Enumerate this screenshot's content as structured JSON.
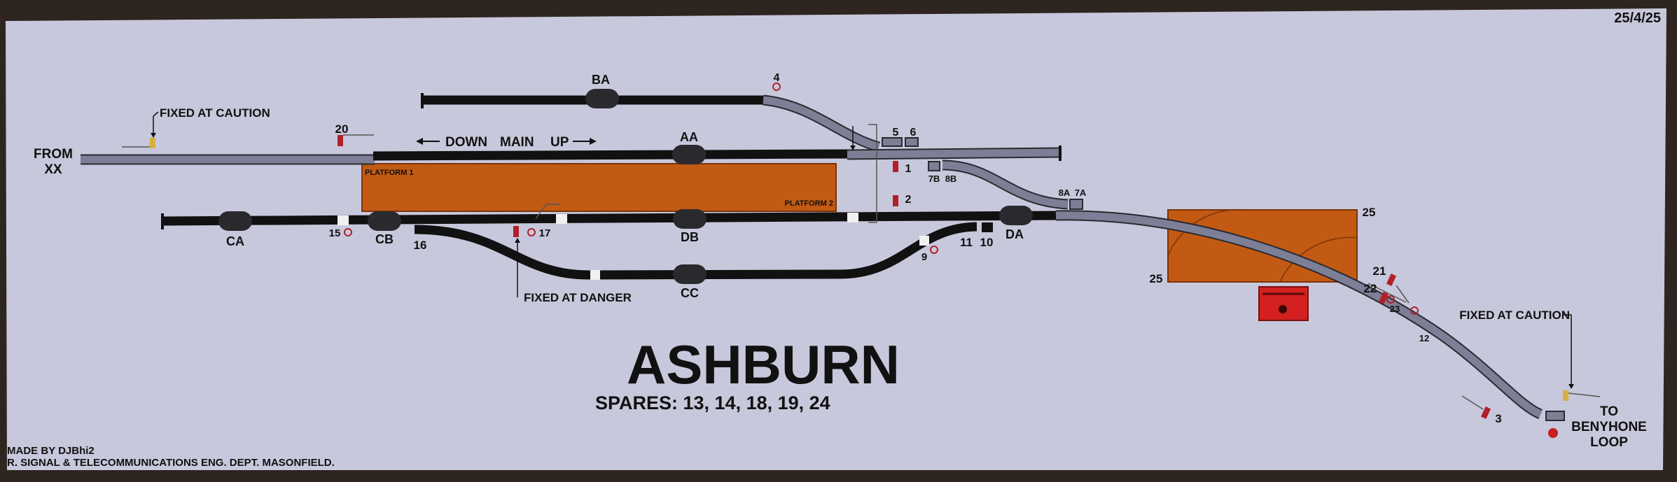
{
  "diagram": {
    "date": "25/4/25",
    "station_name": "ASHBURN",
    "spares": "SPARES: 13, 14, 18, 19, 24",
    "from_label_line1": "FROM",
    "from_label_line2": "XX",
    "to_label_line1": "TO",
    "to_label_line2": "BENYHONE",
    "to_label_line3": "LOOP",
    "down_label": "DOWN",
    "main_label": "MAIN",
    "up_label": "UP",
    "platform1": "PLATFORM 1",
    "platform2": "PLATFORM 2",
    "fixed_caution_left": "FIXED AT CAUTION",
    "fixed_caution_right": "FIXED AT CAUTION",
    "fixed_danger": "FIXED AT DANGER",
    "credit_line1": "MADE BY DJBhi2",
    "credit_line2": "R. SIGNAL & TELECOMMUNICATIONS ENG. DEPT. MASONFIELD.",
    "track_circuits": {
      "ba": "BA",
      "aa": "AA",
      "ca": "CA",
      "cb": "CB",
      "db": "DB",
      "da": "DA",
      "cc": "CC"
    },
    "levers": {
      "n1": "1",
      "n2": "2",
      "n3": "3",
      "n4": "4",
      "n5": "5",
      "n6": "6",
      "n7b": "7B",
      "n8b": "8B",
      "n8a": "8A",
      "n7a": "7A",
      "n9": "9",
      "n10": "10",
      "n11": "11",
      "n12": "12",
      "n15": "15",
      "n16": "16",
      "n17": "17",
      "n20": "20",
      "n21": "21",
      "n22": "22",
      "n23": "23",
      "n25a": "25",
      "n25b": "25"
    },
    "colors": {
      "board": "#c8c8dc",
      "track_black": "#111111",
      "track_grey": "#7c7f96",
      "platform": "#c25a14",
      "signal_red": "#b0202a",
      "signal_yellow": "#d8b040"
    }
  }
}
